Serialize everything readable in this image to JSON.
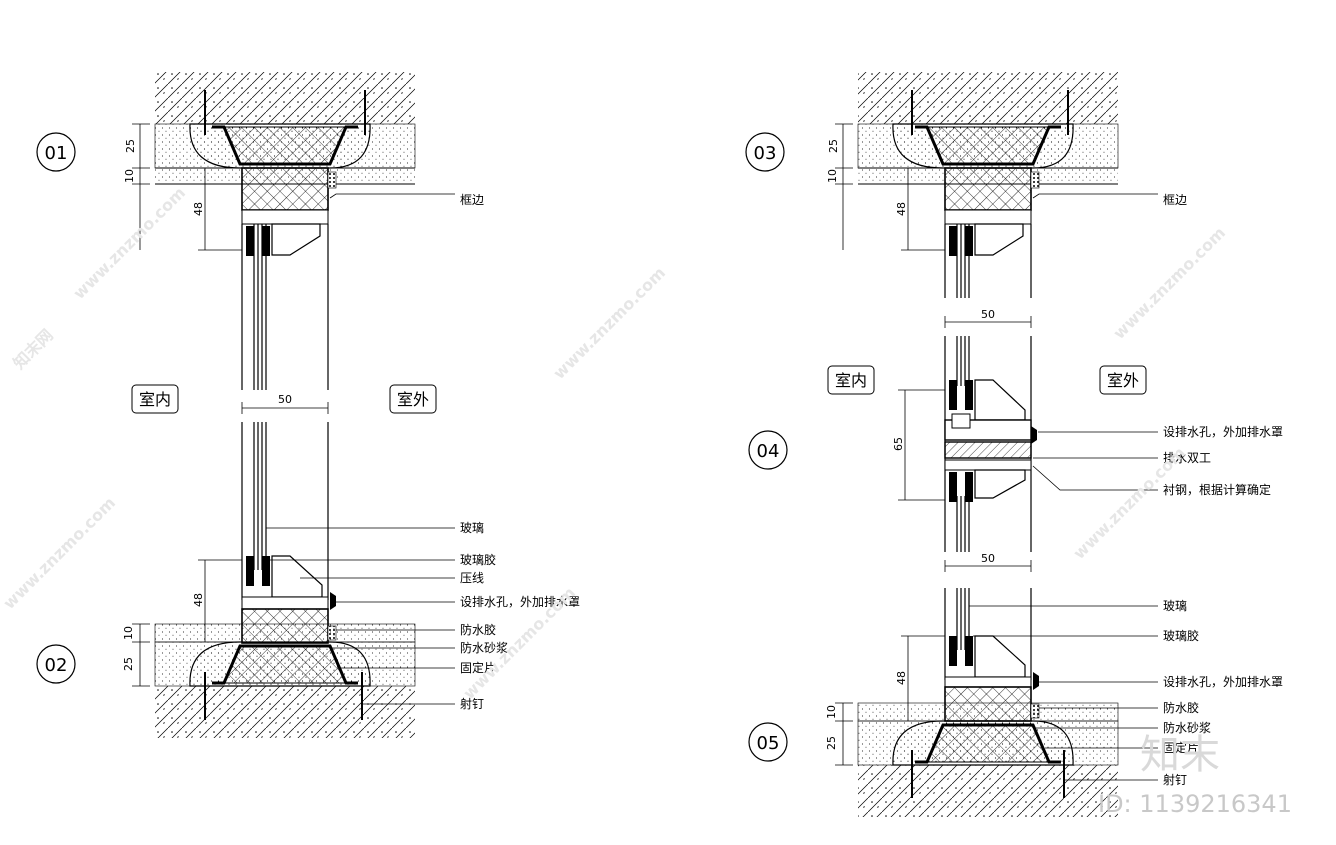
{
  "details": [
    {
      "id": "01",
      "dims": {
        "d25": "25",
        "d10": "10",
        "d48": "48"
      }
    },
    {
      "id": "02",
      "dims": {
        "d50": "50",
        "d48": "48",
        "d10": "10",
        "d25": "25"
      }
    },
    {
      "id": "03",
      "dims": {
        "d25": "25",
        "d10": "10",
        "d48": "48"
      }
    },
    {
      "id": "04",
      "dims": {
        "d50_top": "50",
        "d65": "65",
        "d50_bottom": "50"
      }
    },
    {
      "id": "05",
      "dims": {
        "d48": "48",
        "d10": "10",
        "d25": "25"
      }
    }
  ],
  "rooms": {
    "indoor": "室内",
    "outdoor": "室外"
  },
  "labels": {
    "frame_edge": "框边",
    "glass": "玻璃",
    "glass_glue": "玻璃胶",
    "bead": "压线",
    "drain": "设排水孔，外加排水罩",
    "waterproof_glue": "防水胶",
    "waterproof_mortar": "防水砂浆",
    "fixing_plate": "固定片",
    "nail": "射钉",
    "drain_double": "排水双工",
    "lining_steel": "衬钢，根据计算确定"
  },
  "watermark": {
    "site": "www.znzmo.com",
    "brand_cn": "知末网",
    "logo": "知末",
    "image_id": "ID: 1139216341"
  }
}
